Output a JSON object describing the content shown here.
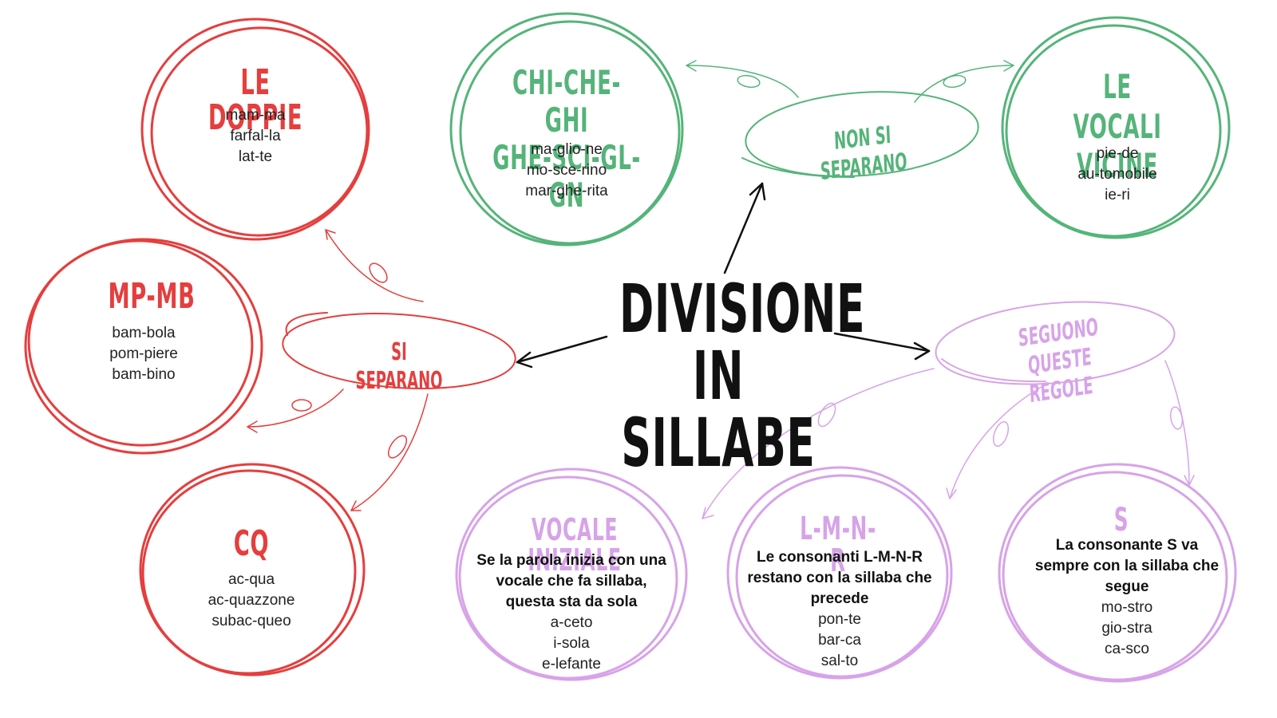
{
  "colors": {
    "red": "#e53e3e",
    "green": "#55b479",
    "purple": "#d7a3e8",
    "black": "#111111"
  },
  "center": {
    "line1": "DIVISIONE",
    "line2": "IN SILLABE"
  },
  "connectors": {
    "si_separano": "SI SEPARANO",
    "non_si_separano": "NON SI SEPARANO",
    "seguono_line1": "SEGUONO QUESTE",
    "seguono_line2": "REGOLE"
  },
  "nodes": {
    "le_doppie": {
      "title": "LE DOPPIE",
      "examples": [
        "mam-ma",
        "farfal-la",
        "lat-te"
      ]
    },
    "mp_mb": {
      "title": "MP-MB",
      "examples": [
        "bam-bola",
        "pom-piere",
        "bam-bino"
      ]
    },
    "cq": {
      "title": "CQ",
      "examples": [
        "ac-qua",
        "ac-quazzone",
        "subac-queo"
      ]
    },
    "chi_che": {
      "title_line1": "CHI-CHE-GHI",
      "title_line2": "GHE-SCI-GL-GN",
      "examples": [
        "ma-glio-ne",
        "mo-sce-rino",
        "mar-ghe-rita"
      ]
    },
    "vocali_vicine": {
      "title_line1": "LE VOCALI",
      "title_line2": "VICINE",
      "examples": [
        "pie-de",
        "au-tomobile",
        "ie-ri"
      ]
    },
    "vocale_iniziale": {
      "title": "VOCALE INIZIALE",
      "rule_lines": [
        "Se la parola inizia con una",
        "vocale che fa sillaba,",
        "questa sta da sola"
      ],
      "examples": [
        "a-ceto",
        "i-sola",
        "e-lefante"
      ]
    },
    "lmnr": {
      "title": "L-M-N-R",
      "rule_lines": [
        "Le consonanti L-M-N-R",
        "restano con la sillaba che",
        "precede"
      ],
      "examples": [
        "pon-te",
        "bar-ca",
        "sal-to"
      ]
    },
    "s": {
      "title": "S",
      "rule_lines": [
        "La consonante S va",
        "sempre con la sillaba che",
        "segue"
      ],
      "examples": [
        "mo-stro",
        "gio-stra",
        "ca-sco"
      ]
    }
  }
}
